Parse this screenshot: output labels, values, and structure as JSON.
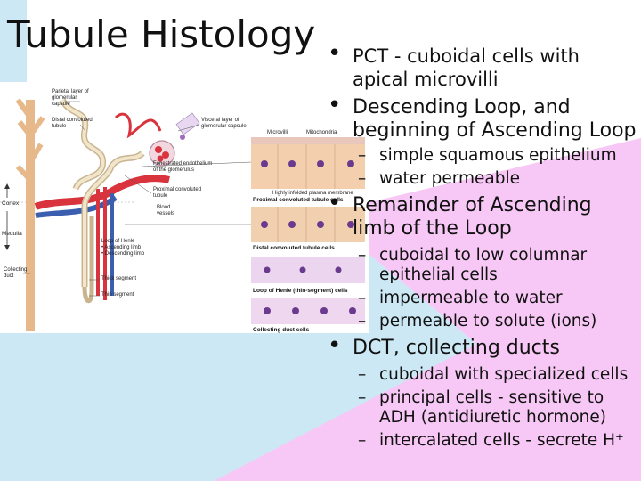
{
  "title": "Tubule Histology",
  "bullets": [
    {
      "text": "PCT - cuboidal cells with apical microvilli",
      "lines": [
        "PCT - cuboidal cells with",
        "apical microvilli"
      ],
      "subs": []
    },
    {
      "text": "Descending Loop, and beginning of Ascending Loop",
      "lines": [
        "Descending Loop, and",
        "beginning of Ascending Loop"
      ],
      "subs": [
        {
          "lines": [
            "simple squamous epithelium"
          ]
        },
        {
          "lines": [
            "water permeable"
          ]
        }
      ]
    },
    {
      "text": "Remainder of Ascending limb of the Loop",
      "lines": [
        "Remainder of Ascending",
        "limb of the Loop"
      ],
      "subs": [
        {
          "lines": [
            "cuboidal to low columnar",
            "epithelial cells"
          ]
        },
        {
          "lines": [
            "impermeable to water"
          ]
        },
        {
          "lines": [
            "permeable to solute (ions)"
          ]
        }
      ]
    },
    {
      "text": "DCT, collecting ducts",
      "lines": [
        "DCT, collecting ducts"
      ],
      "subs": [
        {
          "lines": [
            "cuboidal with specialized cells"
          ]
        },
        {
          "lines": [
            "principal cells - sensitive to",
            "ADH (antidiuretic hormone)"
          ]
        },
        {
          "lines": [
            "intercalated cells - secrete H⁺"
          ]
        }
      ]
    }
  ],
  "figure": {
    "labels": {
      "parietal": "Parietal layer of glomerular capsule",
      "dct": "Distal convoluted tubule",
      "visceral": "Visceral layer of glomerular capsule",
      "fenestrated": "Fenestrated endothelium of the glomerulus",
      "pct": "Proximal convoluted tubule",
      "blood": "Blood vessels",
      "cortex": "Cortex",
      "medulla": "Medulla",
      "loop_title": "Loop of Henle",
      "ascending": "• Ascending limb",
      "descending": "• Descending limb",
      "collecting": "Collecting duct",
      "thick": "Thick segment",
      "thin": "Thin segment",
      "microvilli": "Microvilli",
      "mito": "Mitochondria",
      "membrane": "Highly infolded plasma membrane",
      "pct_cells": "Proximal convoluted tubule cells",
      "dct_cells": "Distal convoluted tubule cells",
      "loh_cells": "Loop of Henle (thin-segment) cells",
      "cd_cells": "Collecting duct cells"
    }
  },
  "colors": {
    "pink": "#f7c8f5",
    "blue": "#cde8f5",
    "white": "#ffffff"
  }
}
